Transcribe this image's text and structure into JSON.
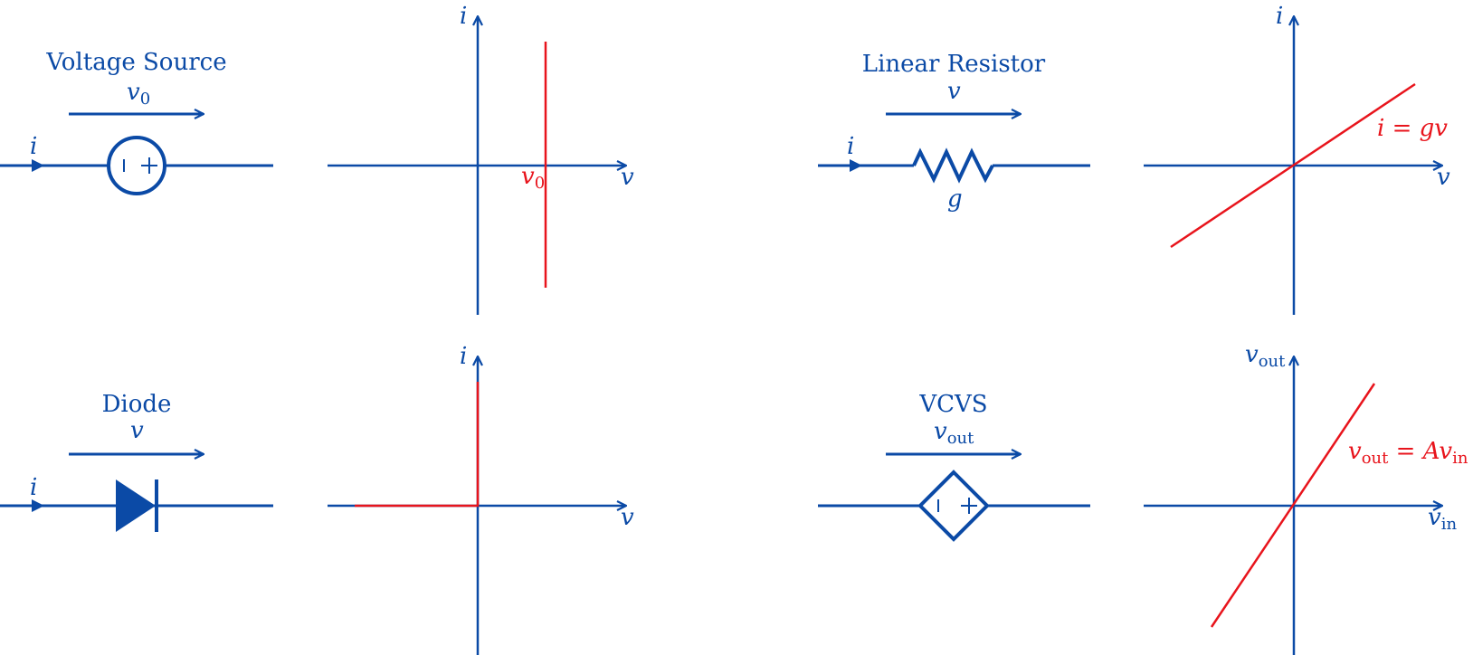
{
  "colors": {
    "element": "#0b4aa6",
    "characteristic": "#e8141c",
    "background": "#ffffff"
  },
  "panels": {
    "voltage_source": {
      "title": "Voltage Source",
      "voltage_label": {
        "base": "v",
        "sub": "0"
      },
      "current_label": "i",
      "symbol": "voltage-source-circle",
      "plot": {
        "x_axis": "v",
        "y_axis": "i",
        "marker": {
          "base": "v",
          "sub": "0"
        }
      }
    },
    "linear_resistor": {
      "title": "Linear Resistor",
      "voltage_label": "v",
      "current_label": "i",
      "component_label": "g",
      "symbol": "resistor-zigzag",
      "plot": {
        "x_axis": "v",
        "y_axis": "i",
        "equation": "i = gv"
      }
    },
    "diode": {
      "title": "Diode",
      "voltage_label": "v",
      "current_label": "i",
      "symbol": "diode-triangle",
      "plot": {
        "x_axis": "v",
        "y_axis": "i"
      }
    },
    "vcvs": {
      "title": "VCVS",
      "voltage_label": {
        "base": "v",
        "sub": "out"
      },
      "symbol": "dependent-source-diamond",
      "plot": {
        "x_axis": {
          "base": "v",
          "sub": "in"
        },
        "y_axis": {
          "base": "v",
          "sub": "out"
        },
        "equation": {
          "lhs_base": "v",
          "lhs_sub": "out",
          "rhs_base": "Av",
          "rhs_sub": "in"
        }
      }
    }
  }
}
